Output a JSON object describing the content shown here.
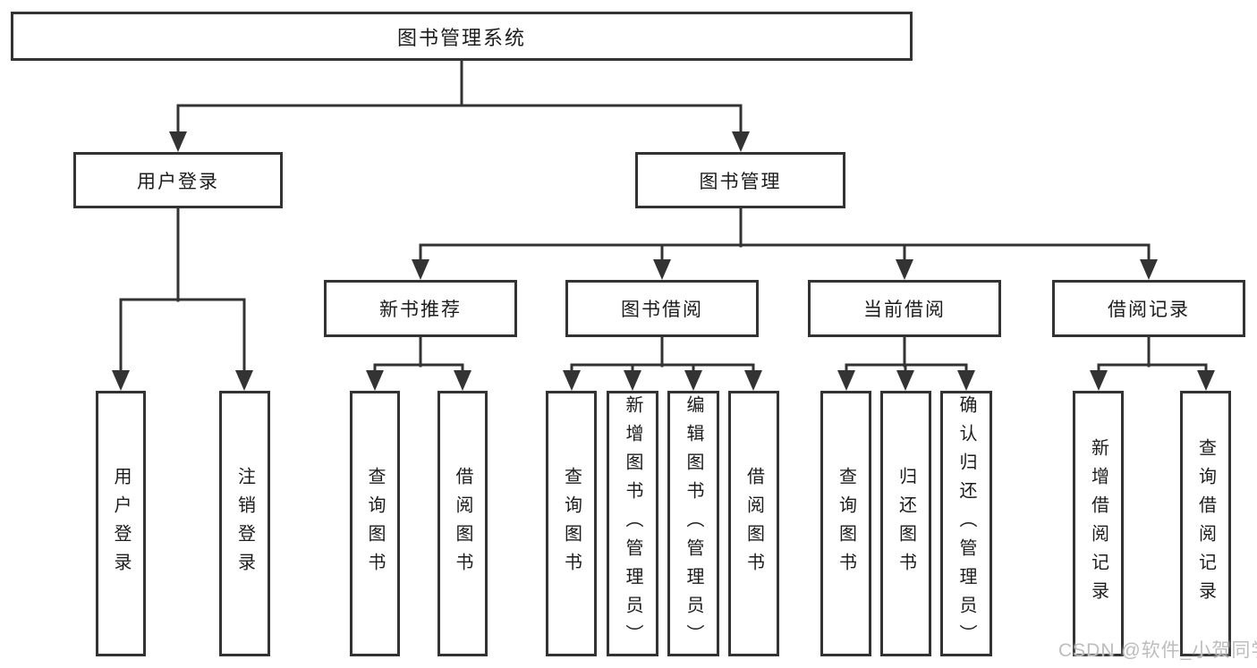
{
  "diagram_title": "图书管理系统",
  "nodes": {
    "root": "图书管理系统",
    "user_login": "用户登录",
    "book_management": "图书管理",
    "new_book_recommend": "新书推荐",
    "book_borrow": "图书借阅",
    "current_borrow": "当前借阅",
    "borrow_records": "借阅记录",
    "leaf_user_login": "用户登录",
    "leaf_logout": "注销登录",
    "leaf_nb_query_books": "查询图书",
    "leaf_nb_borrow_books": "借阅图书",
    "leaf_bb_query_books": "查询图书",
    "leaf_bb_add_books": "新增图书（管理员）",
    "leaf_bb_edit_books": "编辑图书（管理员）",
    "leaf_bb_borrow_books": "借阅图书",
    "leaf_cb_query_books": "查询图书",
    "leaf_cb_return_books": "归还图书",
    "leaf_cb_confirm_return": "确认归还（管理员）",
    "leaf_br_add_record": "新增借阅记录",
    "leaf_br_query_record": "查询借阅记录"
  },
  "watermark": "CSDN @软件_小贺同学",
  "colors": {
    "line": "#333333",
    "box_border": "#333333",
    "text": "#1c1c1c",
    "watermark": "#bdbdbd",
    "background": "#ffffff"
  }
}
